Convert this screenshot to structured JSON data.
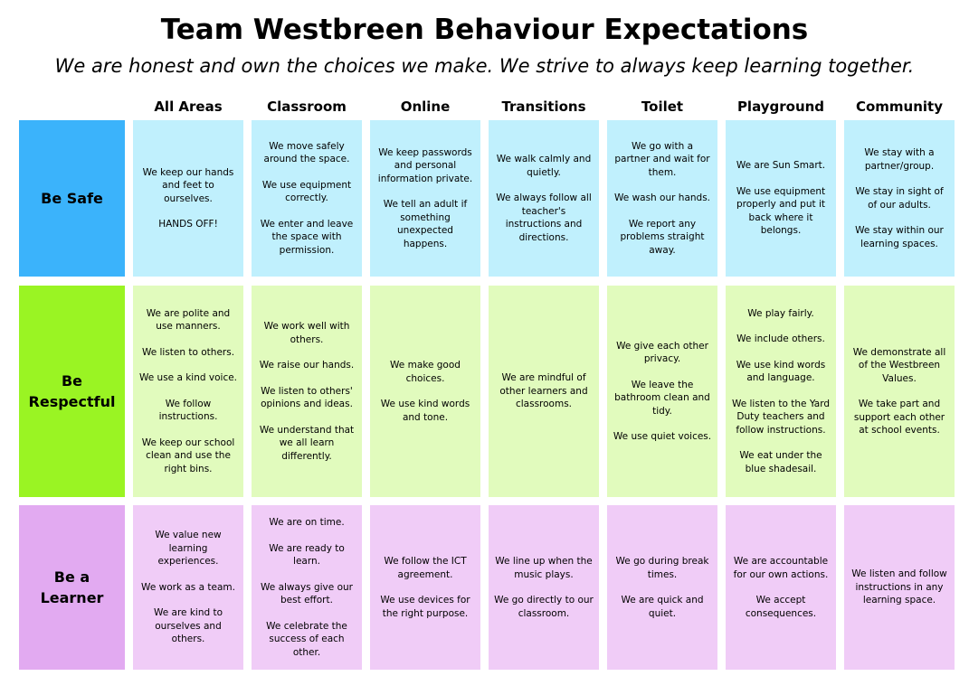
{
  "title": "Team Westbreen Behaviour Expectations",
  "subtitle": "We are honest and own the choices we make. We strive to always keep learning together.",
  "columns": [
    "All Areas",
    "Classroom",
    "Online",
    "Transitions",
    "Toilet",
    "Playground",
    "Community"
  ],
  "colors": {
    "safe_label": "#3bb3fb",
    "safe_cell": "#c0f0fd",
    "respectful_label": "#9af423",
    "respectful_cell": "#e1fbbd",
    "learner_label": "#e2aaf1",
    "learner_cell": "#f0ccf7"
  },
  "rows": [
    {
      "label": "Be Safe",
      "cells": [
        [
          "We keep our hands and feet to ourselves.",
          "HANDS OFF!"
        ],
        [
          "We move safely around the space.",
          "We use equipment correctly.",
          "We enter and leave the space with permission."
        ],
        [
          "We keep passwords and personal information private.",
          "We tell an adult if something unexpected happens."
        ],
        [
          "We walk calmly and quietly.",
          "We always follow all teacher's instructions and directions."
        ],
        [
          "We go with a partner and wait for them.",
          "We wash our hands.",
          "We report any problems straight away."
        ],
        [
          "We are Sun Smart.",
          "We use equipment properly and put it back where it belongs."
        ],
        [
          "We stay with a partner/group.",
          "We stay in sight of of our adults.",
          "We stay within our learning spaces."
        ]
      ]
    },
    {
      "label": "Be\nRespectful",
      "cells": [
        [
          "We are polite and use manners.",
          "We listen to others.",
          "We use a kind voice.",
          "We follow instructions.",
          "We keep our school clean and use the right bins."
        ],
        [
          "We work well with others.",
          "We raise our hands.",
          "We listen to others' opinions and ideas.",
          "We understand that we all learn differently."
        ],
        [
          "We make good choices.",
          "We use kind words and tone."
        ],
        [
          "We are mindful of other learners and classrooms."
        ],
        [
          "We give each other privacy.",
          "We leave the bathroom clean and tidy.",
          "We use quiet voices."
        ],
        [
          "We play fairly.",
          "We include others.",
          "We use kind words and language.",
          "We listen to the Yard Duty teachers and follow instructions.",
          "We eat under the blue shadesail."
        ],
        [
          "We demonstrate all of the Westbreen Values.",
          "We take part and support each other at school events."
        ]
      ]
    },
    {
      "label": "Be a\nLearner",
      "cells": [
        [
          "We value new learning experiences.",
          "We work as a team.",
          "We are kind to ourselves and others."
        ],
        [
          "We are on time.",
          "We are ready to learn.",
          "We always give our best effort.",
          "We celebrate the success of each other."
        ],
        [
          "We follow the ICT agreement.",
          "We use devices for the right purpose."
        ],
        [
          "We line up when the music plays.",
          "We go directly to our classroom."
        ],
        [
          "We go during break times.",
          "We are quick and quiet."
        ],
        [
          "We are accountable for our own actions.",
          "We accept consequences."
        ],
        [
          "We listen and follow instructions in any learning space."
        ]
      ]
    }
  ]
}
